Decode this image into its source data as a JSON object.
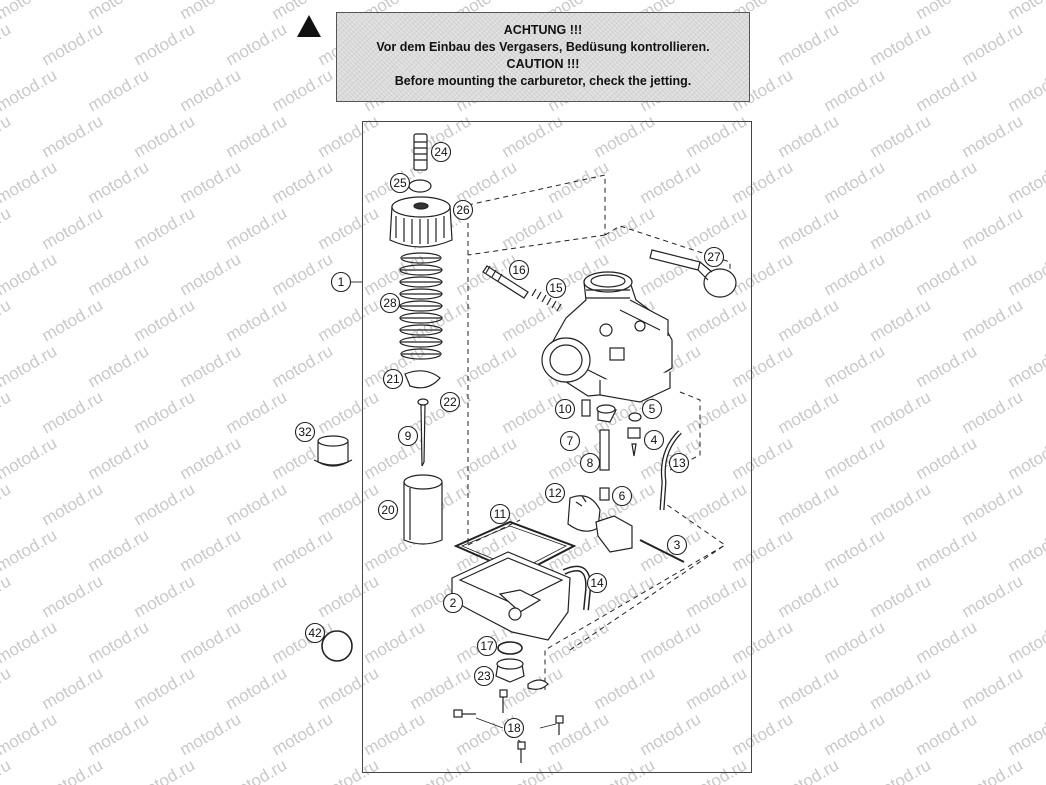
{
  "site_watermark": "motod.ru",
  "notice": {
    "heading_de": "ACHTUNG !!!",
    "text_de": "Vor dem Einbau des Vergasers, Bedüsung kontrollieren.",
    "heading_en": "CAUTION !!!",
    "text_en": "Before mounting the carburetor, check the jetting."
  },
  "icons": {
    "warning": "warning-triangle-icon"
  },
  "callouts": [
    "1",
    "2",
    "3",
    "4",
    "5",
    "6",
    "7",
    "8",
    "9",
    "10",
    "11",
    "12",
    "13",
    "14",
    "15",
    "16",
    "17",
    "18",
    "20",
    "21",
    "22",
    "23",
    "24",
    "25",
    "26",
    "27",
    "28",
    "32",
    "42"
  ]
}
